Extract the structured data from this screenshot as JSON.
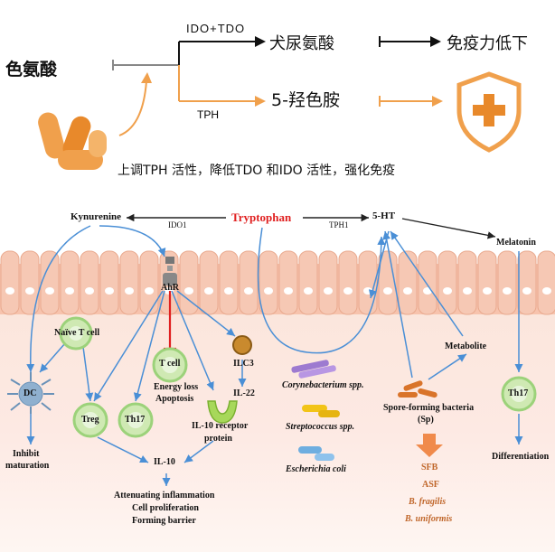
{
  "top": {
    "tryptophan_cn": "色氨酸",
    "ido_tdo": "IDO+TDO",
    "kynurenine_cn": "犬尿氨酸",
    "immunity_down": "免疫力低下",
    "tph": "TPH",
    "serotonin_cn": "5-羟色胺",
    "caption": "上调TPH 活性，降低TDO 和IDO 活性，强化免疫"
  },
  "diagram": {
    "tryptophan": "Tryptophan",
    "kynurenine": "Kynurenine",
    "ido1": "IDO1",
    "tph1": "TPH1",
    "ht5": "5-HT",
    "melatonin": "Melatonin",
    "ahr": "AhR",
    "naive_t": "Naïve T cell",
    "dc": "DC",
    "treg": "Treg",
    "th17": "Th17",
    "tcell": "T cell",
    "energy_loss": "Energy loss",
    "apoptosis": "Apoptosis",
    "ilc3": "ILC3",
    "il22": "IL-22",
    "il10_receptor_1": "IL-10 receptor",
    "il10_receptor_2": "protein",
    "il10": "IL-10",
    "inhibit_1": "Inhibit",
    "inhibit_2": "maturation",
    "outcome_1": "Attenuating inflammation",
    "outcome_2": "Cell proliferation",
    "outcome_3": "Forming barrier",
    "coryne": "Corynebacterium spp.",
    "strepto": "Streptococcus spp.",
    "ecoli": "Escherichia coli",
    "metabolite": "Metabolite",
    "sp_1": "Spore-forming bacteria",
    "sp_2": "(Sp)",
    "sfb": "SFB",
    "asf": "ASF",
    "bfrag": "B. fragilis",
    "bunif": "B. uniformis",
    "th17_right": "Th17",
    "differentiation": "Differentiation"
  },
  "colors": {
    "orange": "#f0a04c",
    "orange_dark": "#e8892b",
    "blue_arrow": "#4a8fd6",
    "red_text": "#e02020",
    "villi": "#f6c8b4",
    "green_cell": "#cde8b0"
  }
}
